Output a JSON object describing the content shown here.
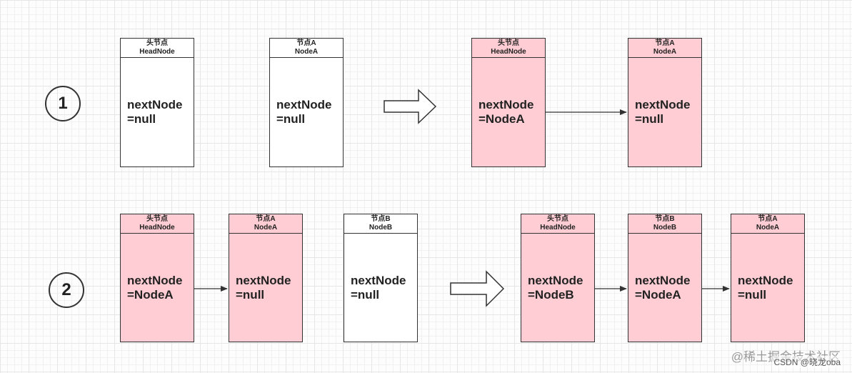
{
  "steps": {
    "one": "1",
    "two": "2"
  },
  "row1": {
    "before": {
      "head_node": {
        "title": "头节点",
        "subtitle": "HeadNode",
        "line1": "nextNode",
        "line2": "=null"
      },
      "node_a": {
        "title": "节点A",
        "subtitle": "NodeA",
        "line1": "nextNode",
        "line2": "=null"
      }
    },
    "after": {
      "head_node": {
        "title": "头节点",
        "subtitle": "HeadNode",
        "line1": "nextNode",
        "line2": "=NodeA"
      },
      "node_a": {
        "title": "节点A",
        "subtitle": "NodeA",
        "line1": "nextNode",
        "line2": "=null"
      }
    }
  },
  "row2": {
    "before": {
      "head_node": {
        "title": "头节点",
        "subtitle": "HeadNode",
        "line1": "nextNode",
        "line2": "=NodeA"
      },
      "node_a": {
        "title": "节点A",
        "subtitle": "NodeA",
        "line1": "nextNode",
        "line2": "=null"
      },
      "node_b": {
        "title": "节点B",
        "subtitle": "NodeB",
        "line1": "nextNode",
        "line2": "=null"
      }
    },
    "after": {
      "head_node": {
        "title": "头节点",
        "subtitle": "HeadNode",
        "line1": "nextNode",
        "line2": "=NodeB"
      },
      "node_b": {
        "title": "节点B",
        "subtitle": "NodeB",
        "line1": "nextNode",
        "line2": "=NodeA"
      },
      "node_a": {
        "title": "节点A",
        "subtitle": "NodeA",
        "line1": "nextNode",
        "line2": "=null"
      }
    }
  },
  "colors": {
    "linked_fill": "#ffcdd3",
    "plain_fill": "#ffffff",
    "stroke": "#333333"
  },
  "watermark": {
    "line1": "@稀土掘金技术社区",
    "line2": "CSDN @晓龙oba"
  }
}
